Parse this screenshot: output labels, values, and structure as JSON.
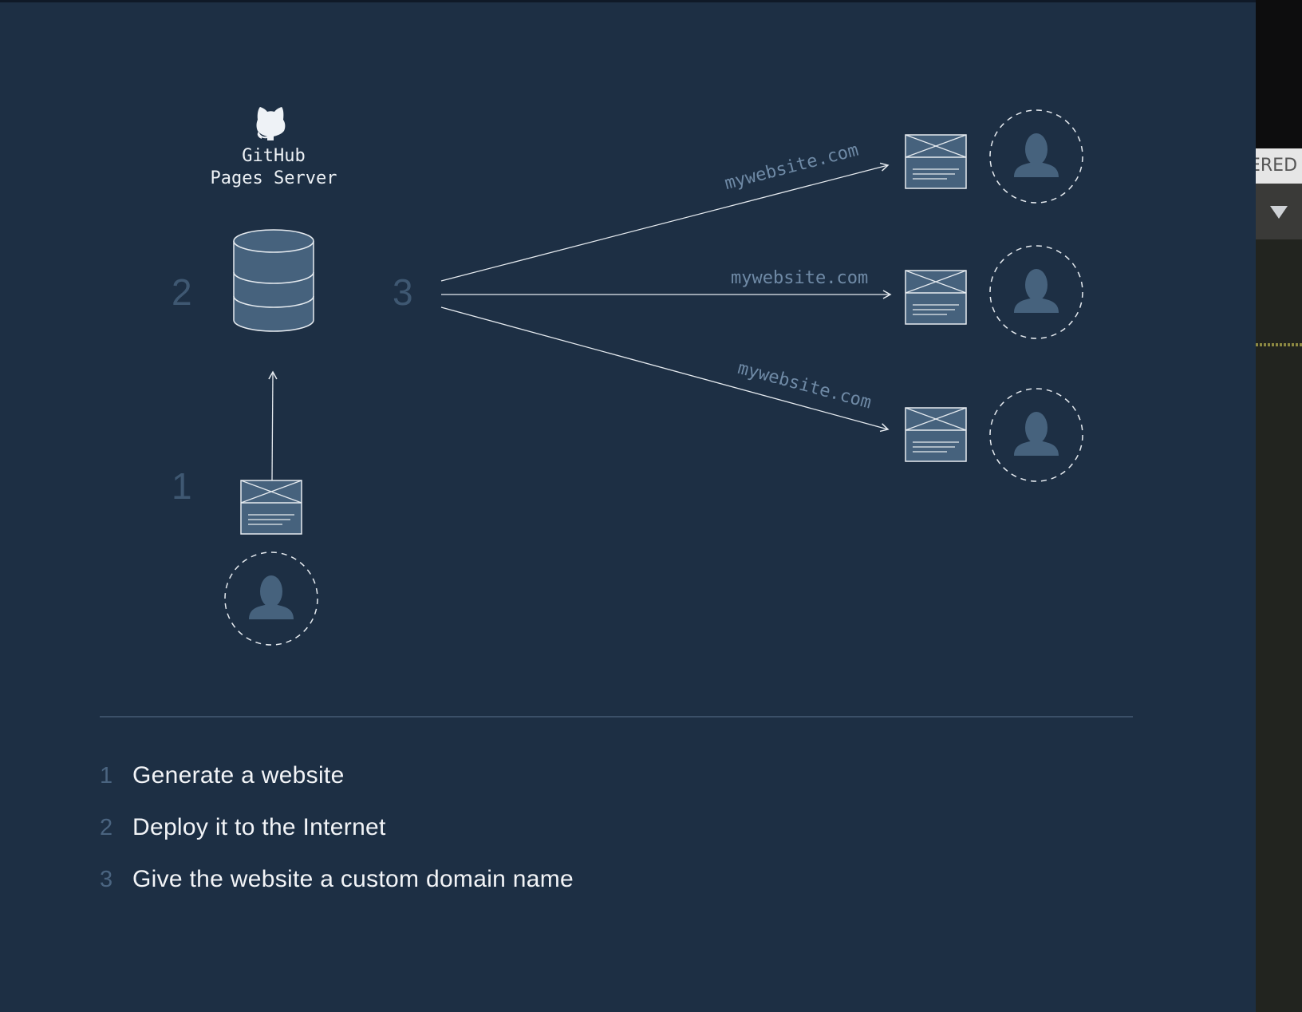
{
  "server": {
    "label_line1": "GitHub",
    "label_line2": "Pages Server",
    "icon": "octocat-icon"
  },
  "step_numbers": [
    "1",
    "2",
    "3"
  ],
  "domains": [
    "mywebsite.com",
    "mywebsite.com",
    "mywebsite.com"
  ],
  "steps": [
    {
      "number": "1",
      "text": "Generate a website"
    },
    {
      "number": "2",
      "text": "Deploy it to the Internet"
    },
    {
      "number": "3",
      "text": "Give the website a custom domain name"
    }
  ],
  "right_panel": {
    "tab_text": "ERED"
  },
  "colors": {
    "background": "#1d2f44",
    "icon_fill": "#46627d",
    "line": "#e6ebf0",
    "muted_number": "#3f5872",
    "domain_text": "#6f8aa6"
  }
}
